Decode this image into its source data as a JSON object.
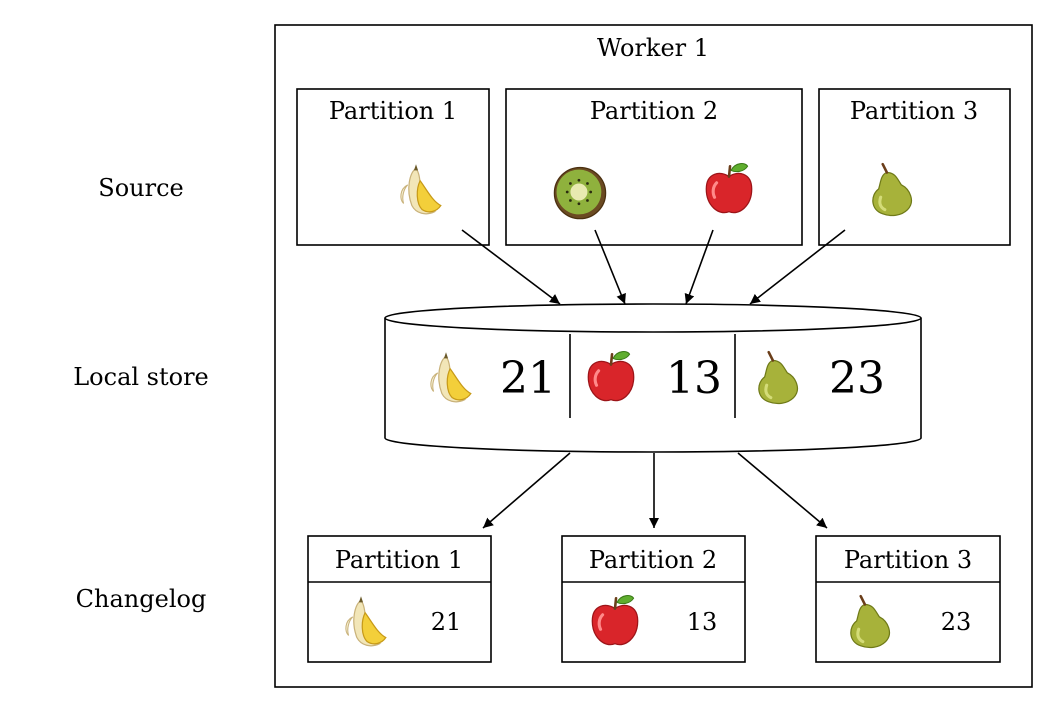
{
  "rows": {
    "source": "Source",
    "local_store": "Local store",
    "changelog": "Changelog"
  },
  "worker": {
    "title": "Worker 1"
  },
  "source_partitions": [
    {
      "title": "Partition 1",
      "items": [
        "banana-icon"
      ]
    },
    {
      "title": "Partition 2",
      "items": [
        "kiwi-icon",
        "apple-icon"
      ]
    },
    {
      "title": "Partition 3",
      "items": [
        "pear-icon"
      ]
    }
  ],
  "store": {
    "cells": [
      {
        "icon": "banana-icon",
        "value": "21"
      },
      {
        "icon": "apple-icon",
        "value": "13"
      },
      {
        "icon": "pear-icon",
        "value": "23"
      }
    ]
  },
  "changelog_partitions": [
    {
      "title": "Partition 1",
      "icon": "banana-icon",
      "value": "21"
    },
    {
      "title": "Partition 2",
      "icon": "apple-icon",
      "value": "13"
    },
    {
      "title": "Partition 3",
      "icon": "pear-icon",
      "value": "23"
    }
  ],
  "colors": {
    "banana": "#f3cf3a",
    "apple": "#d9252a",
    "kiwi": "#8fb13d",
    "pear": "#a7b23a"
  }
}
